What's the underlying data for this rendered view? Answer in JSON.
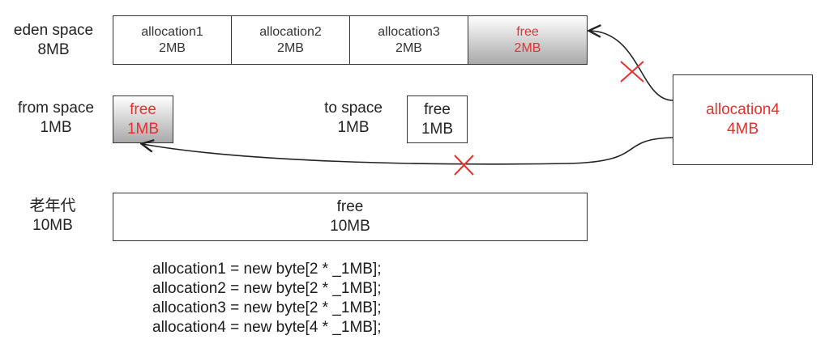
{
  "eden": {
    "label": [
      "eden space",
      "8MB"
    ],
    "segments": [
      {
        "name": "allocation1",
        "size": "2MB",
        "free": false
      },
      {
        "name": "allocation2",
        "size": "2MB",
        "free": false
      },
      {
        "name": "allocation3",
        "size": "2MB",
        "free": false
      },
      {
        "name": "free",
        "size": "2MB",
        "free": true
      }
    ]
  },
  "from_space": {
    "label": [
      "from space",
      "1MB"
    ],
    "box": {
      "name": "free",
      "size": "1MB"
    }
  },
  "to_space": {
    "label": [
      "to space",
      "1MB"
    ],
    "box": {
      "name": "free",
      "size": "1MB"
    }
  },
  "old_gen": {
    "label": [
      "老年代",
      "10MB"
    ],
    "box": {
      "name": "free",
      "size": "10MB"
    }
  },
  "allocation4": {
    "name": "allocation4",
    "size": "4MB"
  },
  "code": [
    "allocation1 = new byte[2 * _1MB];",
    "allocation2 = new byte[2 * _1MB];",
    "allocation3 = new byte[2 * _1MB];",
    "allocation4 = new byte[4 * _1MB];"
  ],
  "colors": {
    "accent_red": "#e8312f",
    "border": "#333333"
  }
}
